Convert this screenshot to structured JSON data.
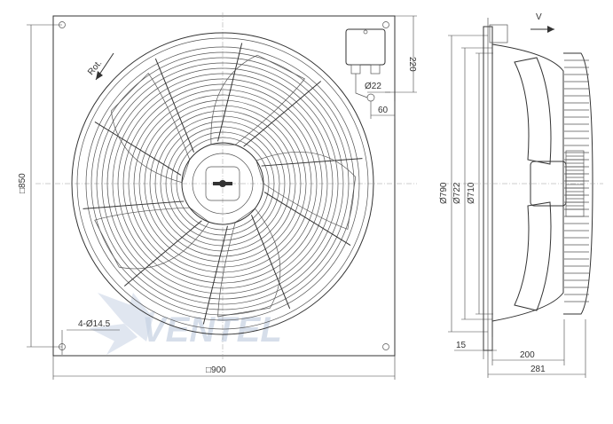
{
  "dimensions": {
    "square_850": "□850",
    "square_900": "□900",
    "hole_pattern": "4-Ø14.5",
    "terminal_220": "220",
    "cable_gland": "Ø22",
    "terminal_60": "60",
    "dia_790": "Ø790",
    "dia_722": "Ø722",
    "dia_710": "Ø710",
    "depth_15": "15",
    "depth_200": "200",
    "depth_281": "281"
  },
  "labels": {
    "rotation": "Rot.",
    "airflow": "V"
  },
  "watermark": {
    "text": "VENTEL"
  },
  "colors": {
    "line": "#333333",
    "watermark": "#c9d4e4"
  }
}
